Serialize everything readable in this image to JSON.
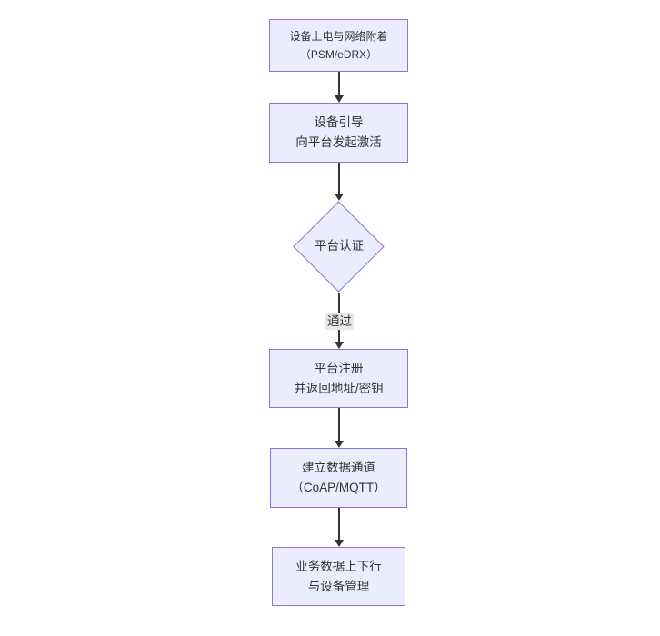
{
  "diagram": {
    "type": "flowchart",
    "direction": "top-down",
    "background_color": "#ffffff",
    "node_fill_color": "#ECECFF",
    "node_border_color": "#9370DB",
    "text_color": "#333333",
    "arrow_color": "#333333",
    "edge_label_bg_color": "#e8e8e8",
    "nodes": [
      {
        "id": "power-on-attach",
        "shape": "rect",
        "lines": [
          "设备上电与网络附着",
          "（PSM/eDRX）"
        ]
      },
      {
        "id": "bootstrap-activate",
        "shape": "rect",
        "lines": [
          "设备引导",
          "向平台发起激活"
        ]
      },
      {
        "id": "platform-auth",
        "shape": "diamond",
        "lines": [
          "平台认证"
        ]
      },
      {
        "id": "platform-register",
        "shape": "rect",
        "lines": [
          "平台注册",
          "并返回地址/密钥"
        ]
      },
      {
        "id": "data-channel",
        "shape": "rect",
        "lines": [
          "建立数据通道",
          "（CoAP/MQTT）"
        ]
      },
      {
        "id": "business-data",
        "shape": "rect",
        "lines": [
          "业务数据上下行",
          "与设备管理"
        ]
      }
    ],
    "edges": [
      {
        "from": "power-on-attach",
        "to": "bootstrap-activate",
        "label": ""
      },
      {
        "from": "bootstrap-activate",
        "to": "platform-auth",
        "label": ""
      },
      {
        "from": "platform-auth",
        "to": "platform-register",
        "label": "通过"
      },
      {
        "from": "platform-register",
        "to": "data-channel",
        "label": ""
      },
      {
        "from": "data-channel",
        "to": "business-data",
        "label": ""
      }
    ]
  }
}
